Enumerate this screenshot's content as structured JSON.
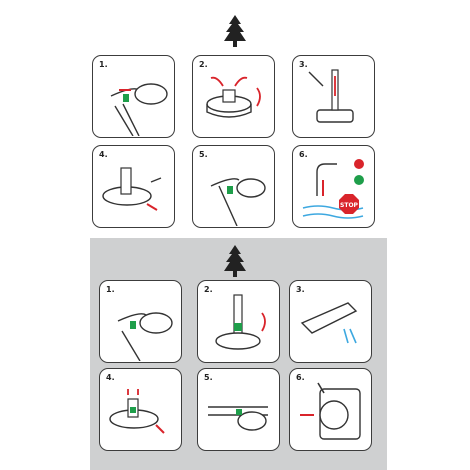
{
  "accent": {
    "red": "#d9242b",
    "green": "#1e9e4a",
    "blue": "#3da8e0",
    "gray_panel": "#cfd0d1"
  },
  "icons": [
    "tree-icon",
    "stop-sign-icon",
    "check-icon",
    "cross-icon"
  ],
  "set_top": {
    "steps": [
      {
        "num": "1."
      },
      {
        "num": "2."
      },
      {
        "num": "3."
      },
      {
        "num": "4."
      },
      {
        "num": "5."
      },
      {
        "num": "6."
      }
    ],
    "stop_label": "STOP"
  },
  "set_bottom": {
    "steps": [
      {
        "num": "1."
      },
      {
        "num": "2."
      },
      {
        "num": "3."
      },
      {
        "num": "4."
      },
      {
        "num": "5."
      },
      {
        "num": "6."
      }
    ]
  }
}
